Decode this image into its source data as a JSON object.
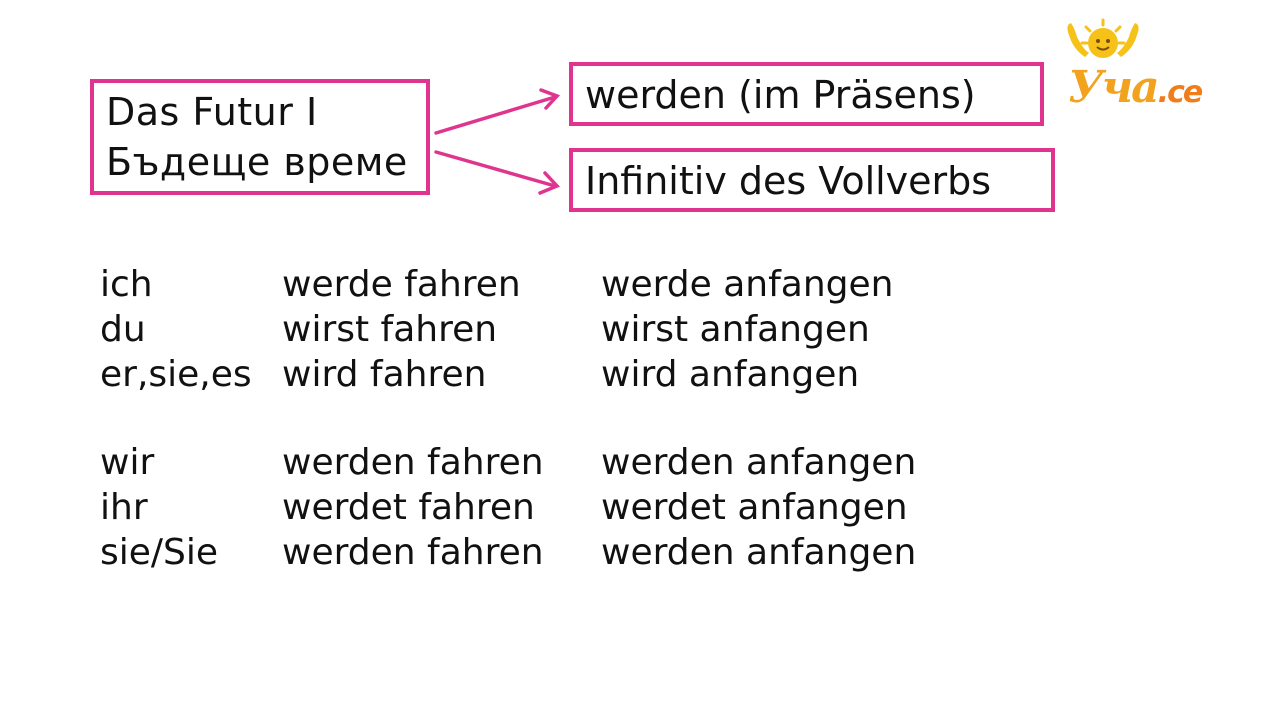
{
  "title_box": {
    "line1": "Das Futur I",
    "line2": "Бъдеще време"
  },
  "formula_boxes": {
    "auxiliary": "werden (im Präsens)",
    "infinitive": "Infinitiv des Vollverbs"
  },
  "conjugation": {
    "group1": {
      "pronouns": [
        "ich",
        "du",
        "er,sie,es"
      ],
      "fahren": [
        "werde fahren",
        "wirst fahren",
        "wird fahren"
      ],
      "anfangen": [
        "werde anfangen",
        "wirst anfangen",
        "wird anfangen"
      ]
    },
    "group2": {
      "pronouns": [
        "wir",
        "ihr",
        "sie/Sie"
      ],
      "fahren": [
        "werden fahren",
        "werdet fahren",
        "werden fahren"
      ],
      "anfangen": [
        "werden anfangen",
        "werdet anfangen",
        "werden anfangen"
      ]
    }
  },
  "logo": {
    "main": "Уча",
    "suffix": ".се",
    "icon": "sun-mascot-icon"
  },
  "colors": {
    "accent": "#e0358f",
    "logo": "#f2a21c"
  }
}
